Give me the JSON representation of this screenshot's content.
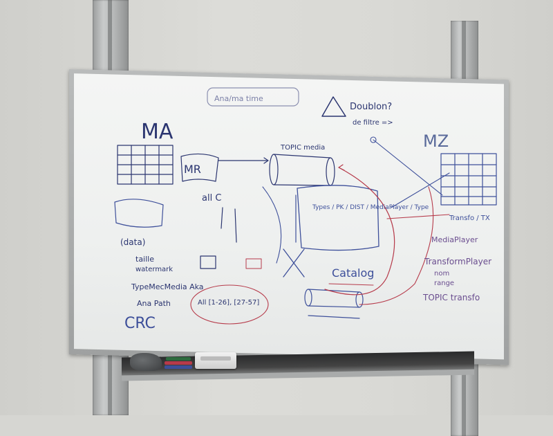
{
  "board": {
    "inscriptions": {
      "top_box": "Ana/ma time",
      "warning_1": "Doublon?",
      "warning_2": "de filtre =>",
      "ma": "MA",
      "mz": "MZ",
      "mr": "MR",
      "topic_media": "TOPIC media",
      "all_c": "all C",
      "data": "(data)",
      "taille": "taille",
      "watermark": "watermark",
      "type_mec": "TypeMecMedia Aka",
      "ana_path": "Ana Path",
      "all_ranges": "All [1-26], [27-57]",
      "crc": "CRC",
      "catalog": "Catalog",
      "types_box": "Types / PK / DIST / MediaPlayer / Type",
      "mediaplayer": "MediaPlayer",
      "transformer": "TransformPlayer",
      "nom": "nom",
      "range": "range",
      "topic_transfo": "TOPIC transfo",
      "transfo_tx": "Transfo / TX"
    },
    "ink_colors": {
      "blue": "#3d4f9a",
      "dark_blue": "#2b3570",
      "red": "#b63a4a",
      "violet": "#6a4d8f"
    }
  }
}
